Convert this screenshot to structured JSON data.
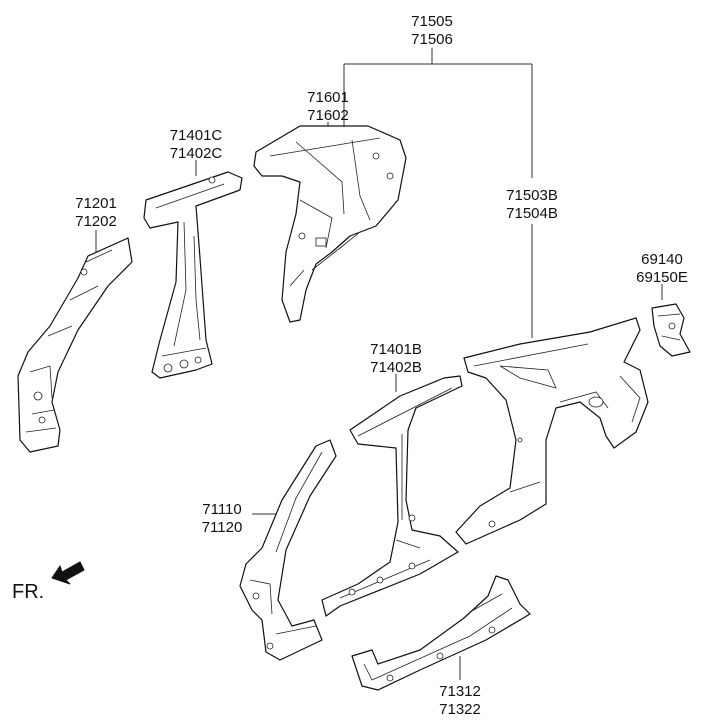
{
  "callouts": {
    "quarter_inner_upper": [
      "71505",
      "71506"
    ],
    "wheelhouse_panel": [
      "71601",
      "71602"
    ],
    "center_pillar_inner": [
      "71401C",
      "71402C"
    ],
    "front_pillar_inner": [
      "71201",
      "71202"
    ],
    "quarter_outer_panel": [
      "71503B",
      "71504B"
    ],
    "rear_bracket": [
      "69140",
      "69150E"
    ],
    "center_pillar_outer": [
      "71401B",
      "71402B"
    ],
    "front_pillar_outer": [
      "71110",
      "71120"
    ],
    "side_sill": [
      "71312",
      "71322"
    ]
  },
  "direction": {
    "label": "FR.",
    "arrow_icon": "front-direction-arrow"
  }
}
